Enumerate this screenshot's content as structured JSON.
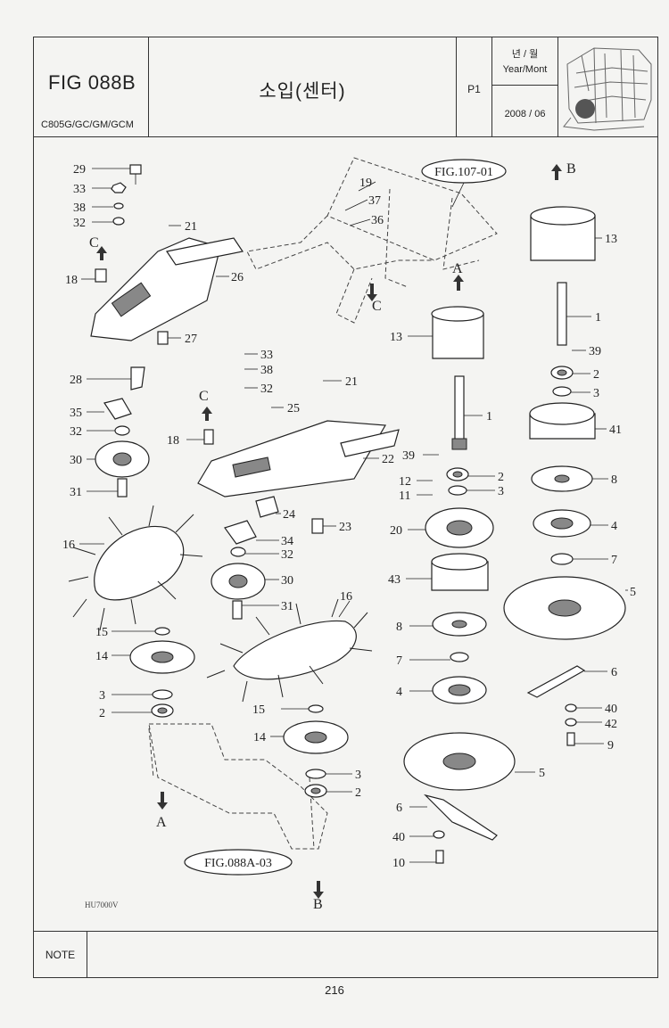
{
  "header": {
    "fig_id": "FIG 088B",
    "models": "C805G/GC/GM/GCM",
    "title": "소입(센터)",
    "page": "P1",
    "year_month_kr": "년 / 월",
    "year_month_en": "Year/Mont",
    "date": "2008 / 06"
  },
  "diagram": {
    "refs": {
      "fig107": "FIG.107-01",
      "fig088a": "FIG.088A-03"
    },
    "arrows": {
      "a": "A",
      "b": "B",
      "c": "C"
    },
    "drawing_code": "HU7000V",
    "part_labels": [
      "1",
      "2",
      "3",
      "4",
      "5",
      "6",
      "7",
      "8",
      "9",
      "10",
      "11",
      "12",
      "13",
      "14",
      "15",
      "16",
      "18",
      "19",
      "20",
      "21",
      "22",
      "23",
      "24",
      "25",
      "26",
      "27",
      "28",
      "29",
      "30",
      "31",
      "32",
      "33",
      "34",
      "35",
      "36",
      "37",
      "38",
      "39",
      "40",
      "41",
      "42",
      "43"
    ]
  },
  "note_label": "NOTE",
  "page_number": "216",
  "icons": {
    "machine_thumbnail": "combine-harvester-icon"
  }
}
